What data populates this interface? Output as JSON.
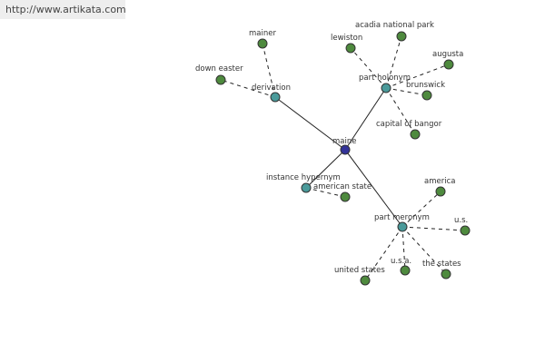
{
  "header": {
    "url_text": "http://www.artikata.com"
  },
  "colors": {
    "center": "#333399",
    "relation": "#4a9a9a",
    "leaf": "#4e8a3e"
  },
  "graph": {
    "center": {
      "id": "maine",
      "label": "maine"
    },
    "relations": [
      {
        "id": "derivation",
        "label": "derivation"
      },
      {
        "id": "part-holonym",
        "label": "part holonym"
      },
      {
        "id": "instance-hypernym",
        "label": "instance hypernym"
      },
      {
        "id": "part-meronym",
        "label": "part meronym"
      }
    ],
    "leaves": [
      {
        "id": "mainer",
        "label": "mainer",
        "relation": "derivation"
      },
      {
        "id": "down-easter",
        "label": "down easter",
        "relation": "derivation"
      },
      {
        "id": "acadia-national-park",
        "label": "acadia national park",
        "relation": "part-holonym"
      },
      {
        "id": "lewiston",
        "label": "lewiston",
        "relation": "part-holonym"
      },
      {
        "id": "augusta",
        "label": "augusta",
        "relation": "part-holonym"
      },
      {
        "id": "brunswick",
        "label": "brunswick",
        "relation": "part-holonym"
      },
      {
        "id": "capital-of-bangor",
        "label": "capital of bangor",
        "relation": "part-holonym"
      },
      {
        "id": "american-state",
        "label": "american state",
        "relation": "instance-hypernym"
      },
      {
        "id": "america",
        "label": "america",
        "relation": "part-meronym"
      },
      {
        "id": "us",
        "label": "u.s.",
        "relation": "part-meronym"
      },
      {
        "id": "the-states",
        "label": "the states",
        "relation": "part-meronym"
      },
      {
        "id": "usa",
        "label": "u.s.a.",
        "relation": "part-meronym"
      },
      {
        "id": "united-states",
        "label": "united states",
        "relation": "part-meronym"
      }
    ]
  }
}
